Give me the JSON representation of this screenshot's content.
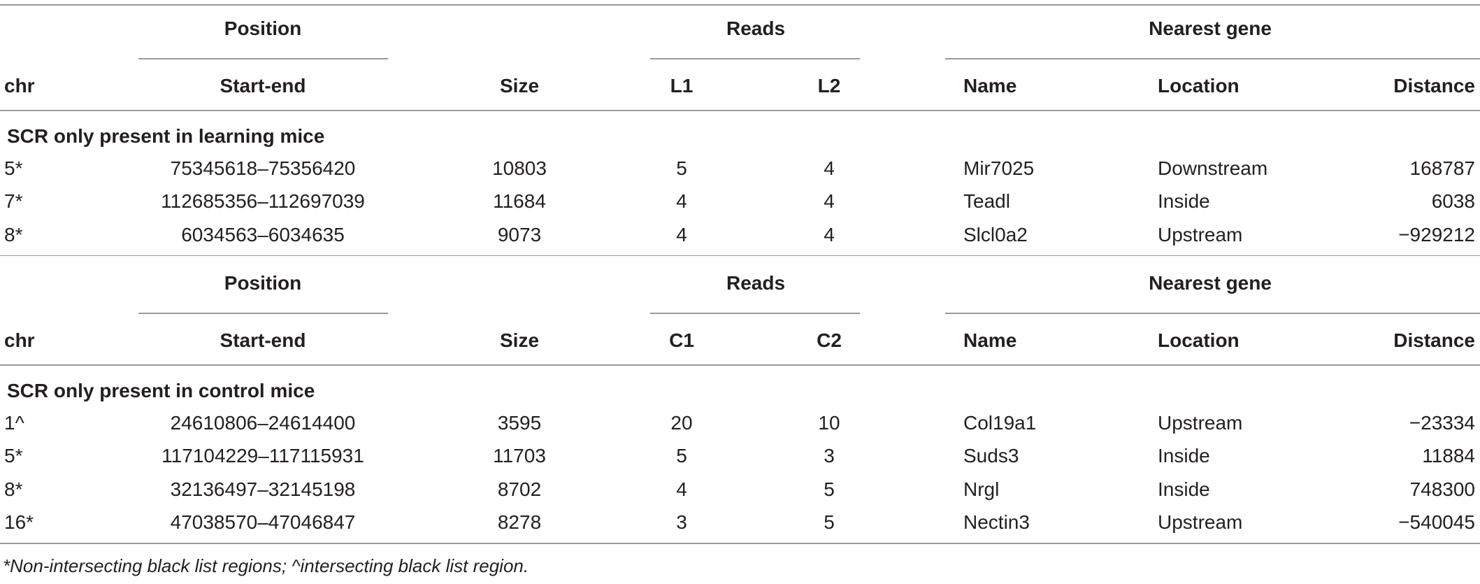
{
  "sections": [
    {
      "group_headers": {
        "position": "Position",
        "reads": "Reads",
        "nearest_gene": "Nearest gene"
      },
      "columns": {
        "chr": "chr",
        "start_end": "Start-end",
        "size": "Size",
        "read1": "L1",
        "read2": "L2",
        "name": "Name",
        "location": "Location",
        "distance": "Distance"
      },
      "title": "SCR only present in learning mice",
      "rows": [
        {
          "chr": "5*",
          "start_end": "75345618–75356420",
          "size": "10803",
          "read1": "5",
          "read2": "4",
          "name": "Mir7025",
          "location": "Downstream",
          "distance": "168787"
        },
        {
          "chr": "7*",
          "start_end": "112685356–112697039",
          "size": "11684",
          "read1": "4",
          "read2": "4",
          "name": "Teadl",
          "location": "Inside",
          "distance": "6038"
        },
        {
          "chr": "8*",
          "start_end": "6034563–6034635",
          "size": "9073",
          "read1": "4",
          "read2": "4",
          "name": "Slcl0a2",
          "location": "Upstream",
          "distance": "−929212"
        }
      ]
    },
    {
      "group_headers": {
        "position": "Position",
        "reads": "Reads",
        "nearest_gene": "Nearest gene"
      },
      "columns": {
        "chr": "chr",
        "start_end": "Start-end",
        "size": "Size",
        "read1": "C1",
        "read2": "C2",
        "name": "Name",
        "location": "Location",
        "distance": "Distance"
      },
      "title": "SCR only present in control mice",
      "rows": [
        {
          "chr": "1^",
          "start_end": "24610806–24614400",
          "size": "3595",
          "read1": "20",
          "read2": "10",
          "name": "Col19a1",
          "location": "Upstream",
          "distance": "−23334"
        },
        {
          "chr": "5*",
          "start_end": "117104229–117115931",
          "size": "11703",
          "read1": "5",
          "read2": "3",
          "name": "Suds3",
          "location": "Inside",
          "distance": "11884"
        },
        {
          "chr": "8*",
          "start_end": "32136497–32145198",
          "size": "8702",
          "read1": "4",
          "read2": "5",
          "name": "Nrgl",
          "location": "Inside",
          "distance": "748300"
        },
        {
          "chr": "16*",
          "start_end": "47038570–47046847",
          "size": "8278",
          "read1": "3",
          "read2": "5",
          "name": "Nectin3",
          "location": "Upstream",
          "distance": "−540045"
        }
      ]
    }
  ],
  "footnote": "*Non-intersecting black list regions; ^intersecting black list region."
}
